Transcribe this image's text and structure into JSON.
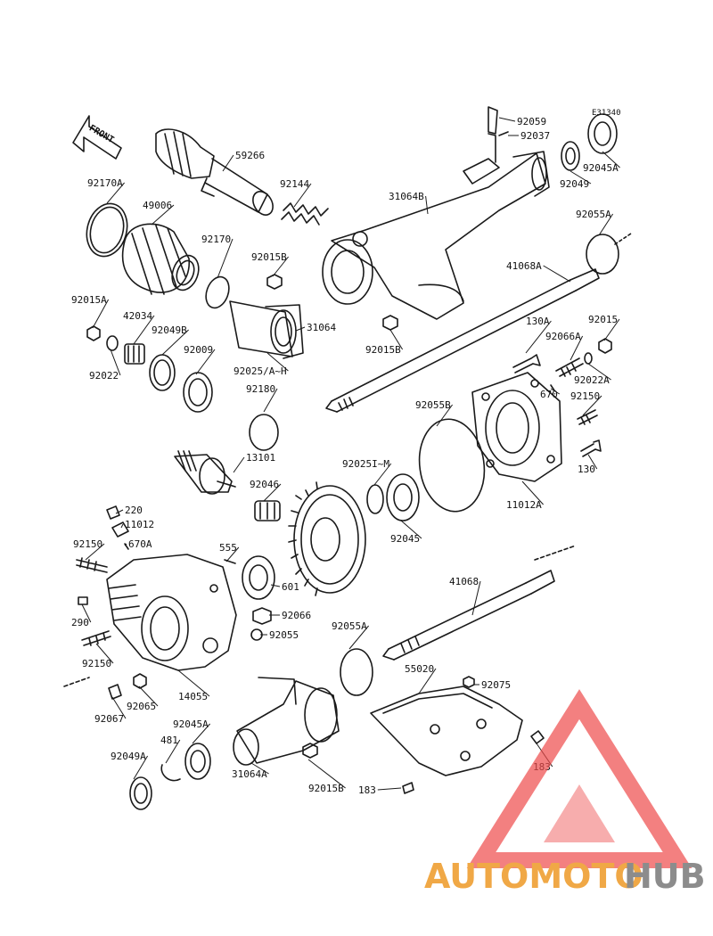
{
  "diagram": {
    "ref_code": "E31340",
    "front_label": "FRONT",
    "watermark": {
      "word_a": "AUTOMOTO",
      "word_b": "HUB",
      "colors": {
        "a": "#f0a846",
        "b": "#8c8c8c",
        "triangle": "#ee4a4a"
      }
    },
    "parts": [
      {
        "id": "92059"
      },
      {
        "id": "92037"
      },
      {
        "id": "92045A"
      },
      {
        "id": "92049"
      },
      {
        "id": "59266"
      },
      {
        "id": "92144"
      },
      {
        "id": "92170A"
      },
      {
        "id": "49006"
      },
      {
        "id": "31064B"
      },
      {
        "id": "92055A"
      },
      {
        "id": "92170"
      },
      {
        "id": "92015B"
      },
      {
        "id": "41068A"
      },
      {
        "id": "92015A"
      },
      {
        "id": "42034"
      },
      {
        "id": "92049B"
      },
      {
        "id": "92009"
      },
      {
        "id": "31064"
      },
      {
        "id": "92015B"
      },
      {
        "id": "130A"
      },
      {
        "id": "92015"
      },
      {
        "id": "92066A"
      },
      {
        "id": "92022"
      },
      {
        "id": "92025/A~H"
      },
      {
        "id": "92022A"
      },
      {
        "id": "92180"
      },
      {
        "id": "670"
      },
      {
        "id": "92055B"
      },
      {
        "id": "92150"
      },
      {
        "id": "13101"
      },
      {
        "id": "130"
      },
      {
        "id": "92025I~M"
      },
      {
        "id": "11012A"
      },
      {
        "id": "92046"
      },
      {
        "id": "92045"
      },
      {
        "id": "220"
      },
      {
        "id": "11012"
      },
      {
        "id": "92150"
      },
      {
        "id": "670A"
      },
      {
        "id": "555"
      },
      {
        "id": "601"
      },
      {
        "id": "41068"
      },
      {
        "id": "290"
      },
      {
        "id": "92066"
      },
      {
        "id": "92055A"
      },
      {
        "id": "92055"
      },
      {
        "id": "92150"
      },
      {
        "id": "55020"
      },
      {
        "id": "14055"
      },
      {
        "id": "92075"
      },
      {
        "id": "92067"
      },
      {
        "id": "92065"
      },
      {
        "id": "92045A"
      },
      {
        "id": "481"
      },
      {
        "id": "183"
      },
      {
        "id": "92049A"
      },
      {
        "id": "31064A"
      },
      {
        "id": "92015B"
      },
      {
        "id": "183"
      }
    ]
  }
}
